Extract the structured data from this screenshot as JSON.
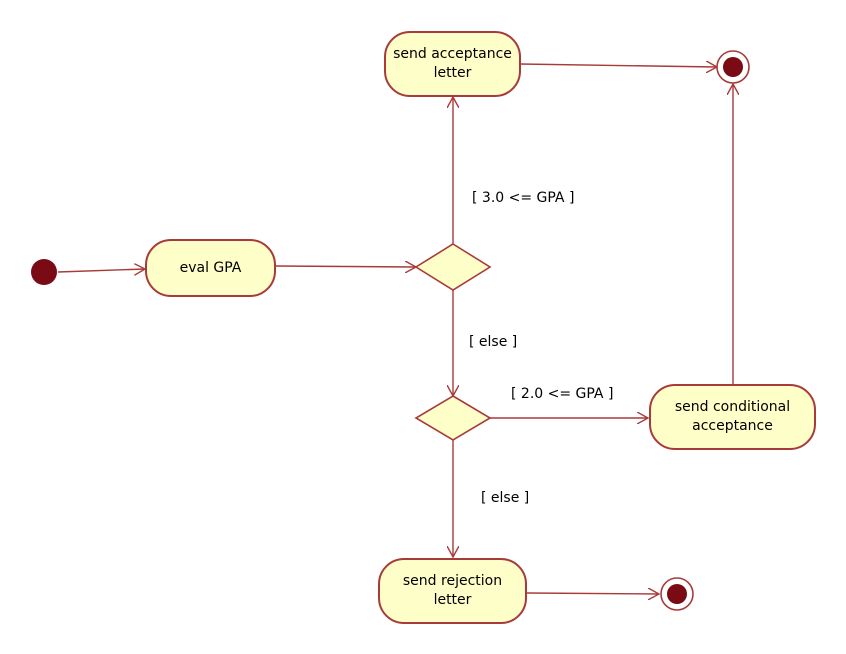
{
  "activities": {
    "eval_gpa": {
      "line1": "eval GPA",
      "line2": ""
    },
    "send_acceptance": {
      "line1": "send acceptance",
      "line2": "letter"
    },
    "send_conditional": {
      "line1": "send conditional",
      "line2": "acceptance"
    },
    "send_rejection": {
      "line1": "send rejection",
      "line2": "letter"
    }
  },
  "guards": {
    "gpa_3": "[ 3.0 <= GPA ]",
    "else_1": "[ else ]",
    "gpa_2": "[ 2.0 <= GPA ]",
    "else_2": "[ else ]"
  },
  "colors": {
    "line": "#a83a3a",
    "node_fill": "#fefec8",
    "initial_fill": "#7a0a14"
  }
}
